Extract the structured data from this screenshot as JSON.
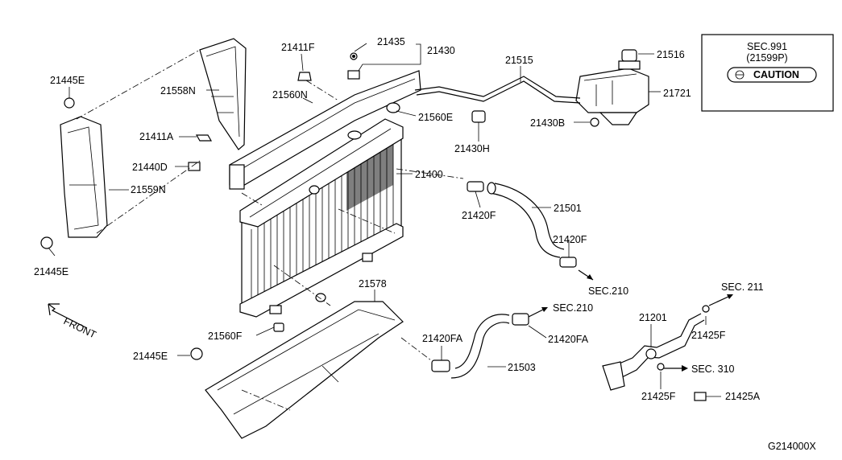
{
  "diagram_id": "G214000X",
  "front_label": "FRONT",
  "sec_box": {
    "title": "SEC.991",
    "subtitle": "(21599P)",
    "caution": "CAUTION"
  },
  "labels": {
    "p21445E_top": "21445E",
    "p21558N": "21558N",
    "p21411A": "21411A",
    "p21440D": "21440D",
    "p21559N": "21559N",
    "p21445E_left": "21445E",
    "p21411F": "21411F",
    "p21560N": "21560N",
    "p21435": "21435",
    "p21430": "21430",
    "p21560E": "21560E",
    "p21515": "21515",
    "p21430H": "21430H",
    "p21516": "21516",
    "p21721": "21721",
    "p21430B": "21430B",
    "p21400": "21400",
    "p21420F_a": "21420F",
    "p21501": "21501",
    "p21420F_b": "21420F",
    "sec210_a": "SEC.210",
    "p21578": "21578",
    "sec210_b": "SEC.210",
    "p21420FA_a": "21420FA",
    "p21420FA_b": "21420FA",
    "p21560F": "21560F",
    "p21445E_bottom": "21445E",
    "p21503": "21503",
    "sec211": "SEC. 211",
    "p21201": "21201",
    "p21425F_a": "21425F",
    "sec310": "SEC. 310",
    "p21425F_b": "21425F",
    "p21425A": "21425A"
  }
}
